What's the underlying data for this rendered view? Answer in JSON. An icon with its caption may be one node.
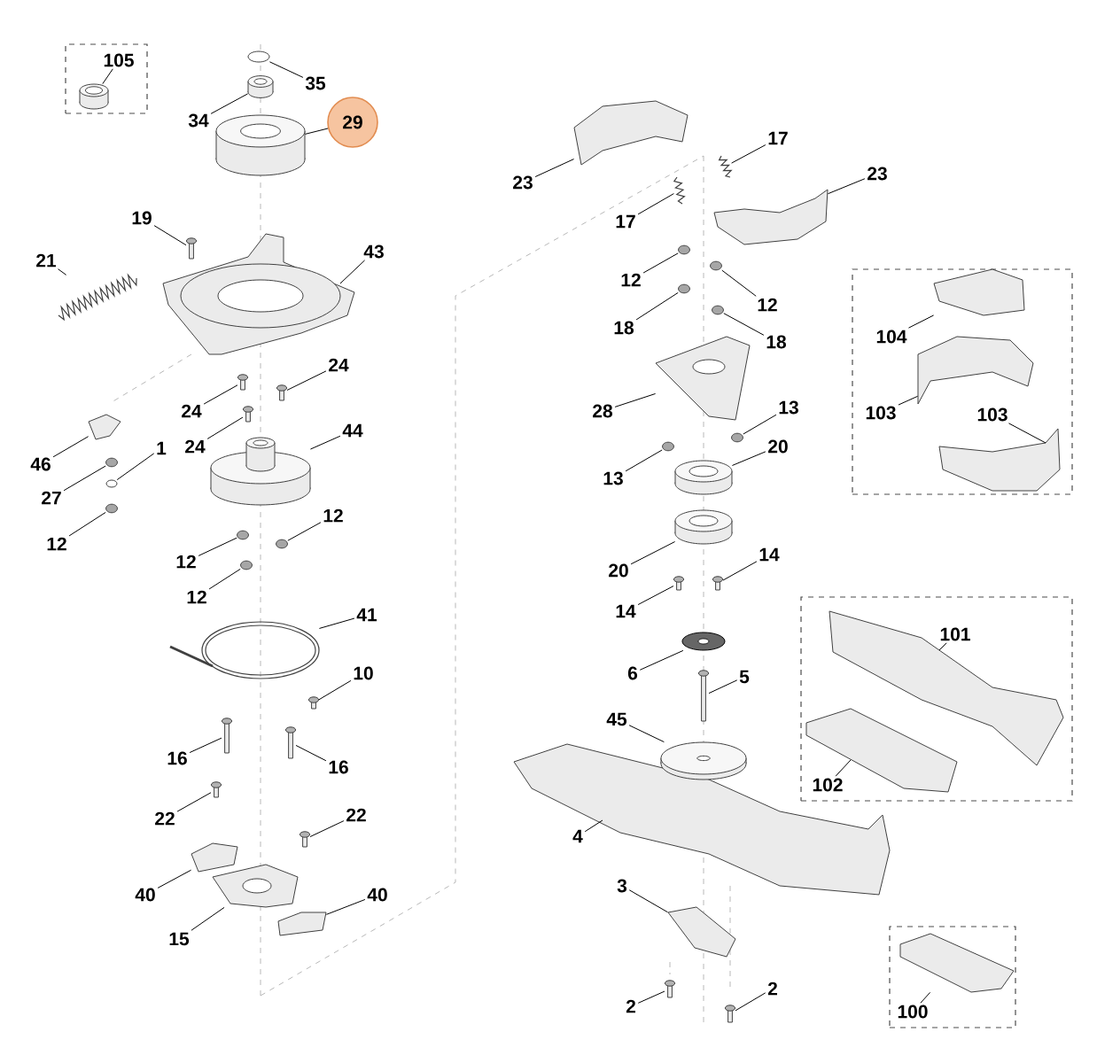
{
  "diagram": {
    "nodes": [
      {
        "text": [],
        "shape": "box"
      },
      {
        "text": [
          "105"
        ],
        "in": 0
      },
      {
        "text": [
          "35"
        ]
      },
      {
        "text": [
          "34"
        ]
      },
      {
        "text": [
          "29"
        ]
      },
      {
        "text": [
          "19"
        ]
      },
      {
        "text": [
          "21"
        ]
      },
      {
        "text": [
          "43"
        ]
      },
      {
        "text": [
          "24"
        ]
      },
      {
        "text": [
          "24"
        ]
      },
      {
        "text": [
          "44"
        ]
      },
      {
        "text": [
          "1"
        ]
      },
      {
        "text": [
          "24"
        ]
      },
      {
        "text": [
          "46"
        ]
      },
      {
        "text": [
          "27"
        ]
      },
      {
        "text": [
          "12"
        ]
      },
      {
        "text": [
          "12"
        ]
      },
      {
        "text": [
          "12"
        ]
      },
      {
        "text": [
          "12"
        ]
      },
      {
        "text": [
          "41"
        ]
      },
      {
        "text": [
          "10"
        ]
      },
      {
        "text": [
          "16"
        ]
      },
      {
        "text": [
          "16"
        ]
      },
      {
        "text": [
          "22"
        ]
      },
      {
        "text": [
          "22"
        ]
      },
      {
        "text": [
          "40"
        ]
      },
      {
        "text": [
          "40"
        ]
      },
      {
        "text": [
          "15"
        ]
      },
      {
        "text": [
          "17"
        ]
      },
      {
        "text": [
          "23"
        ]
      },
      {
        "text": [
          "23"
        ]
      },
      {
        "text": [
          "17"
        ]
      },
      {
        "text": [
          "12"
        ]
      },
      {
        "text": [
          "12"
        ]
      },
      {
        "text": [
          "18"
        ]
      },
      {
        "text": [
          "18"
        ]
      },
      {
        "text": [
          "28"
        ]
      },
      {
        "text": [
          "13"
        ]
      },
      {
        "text": [
          "13"
        ]
      },
      {
        "text": [
          "20"
        ]
      },
      {
        "text": [
          "20"
        ]
      },
      {
        "text": [
          "14"
        ]
      },
      {
        "text": [
          "14"
        ]
      },
      {
        "text": [],
        "shape": "box"
      },
      {
        "text": [
          "104"
        ],
        "in": 43
      },
      {
        "text": [
          "103"
        ],
        "in": 43
      },
      {
        "text": [
          "103"
        ],
        "in": 43
      },
      {
        "text": [
          "6"
        ]
      },
      {
        "text": [
          "5"
        ]
      },
      {
        "text": [
          "45"
        ]
      },
      {
        "text": [
          "4"
        ]
      },
      {
        "text": [
          "3"
        ]
      },
      {
        "text": [
          "2"
        ]
      },
      {
        "text": [
          "2"
        ]
      },
      {
        "text": [],
        "shape": "box"
      },
      {
        "text": [
          "101"
        ],
        "in": 54
      },
      {
        "text": [
          "102"
        ],
        "in": 54
      },
      {
        "text": [],
        "shape": "box"
      },
      {
        "text": [
          "100"
        ],
        "in": 57
      },
      {
        "text": [],
        "shape": "cylinder",
        "in": 0
      },
      {
        "text": [],
        "shape": "circle"
      },
      {
        "text": [],
        "shape": "cylinder"
      },
      {
        "text": [],
        "shape": "cylinder"
      },
      {
        "text": [],
        "shape": "picture"
      },
      {
        "text": [],
        "shape": "picture"
      },
      {
        "text": [],
        "shape": "picture"
      },
      {
        "text": [],
        "shape": "picture"
      },
      {
        "text": [],
        "shape": "picture"
      },
      {
        "text": [],
        "shape": "cylinder"
      },
      {
        "text": [],
        "shape": "circle"
      },
      {
        "text": [],
        "shape": "picture"
      },
      {
        "text": [],
        "shape": "picture"
      },
      {
        "text": [],
        "shape": "circle"
      },
      {
        "text": [],
        "shape": "circle"
      },
      {
        "text": [],
        "shape": "circle"
      },
      {
        "text": [],
        "shape": "circle"
      },
      {
        "text": [],
        "shape": "circle"
      },
      {
        "text": [],
        "shape": "picture"
      },
      {
        "text": [],
        "shape": "picture"
      },
      {
        "text": [],
        "shape": "picture"
      },
      {
        "text": [],
        "shape": "picture"
      },
      {
        "text": [],
        "shape": "picture"
      },
      {
        "text": [],
        "shape": "picture"
      },
      {
        "text": [],
        "shape": "picture"
      },
      {
        "text": [],
        "shape": "picture"
      },
      {
        "text": [],
        "shape": "picture"
      },
      {
        "text": [],
        "shape": "picture"
      },
      {
        "text": [],
        "shape": "picture"
      },
      {
        "text": [],
        "shape": "picture"
      },
      {
        "text": [],
        "shape": "picture"
      },
      {
        "text": [],
        "shape": "circle"
      },
      {
        "text": [],
        "shape": "circle"
      },
      {
        "text": [],
        "shape": "circle"
      },
      {
        "text": [],
        "shape": "circle"
      },
      {
        "text": [],
        "shape": "picture"
      },
      {
        "text": [],
        "shape": "circle"
      },
      {
        "text": [],
        "shape": "circle"
      },
      {
        "text": [],
        "shape": "cylinder"
      },
      {
        "text": [],
        "shape": "cylinder"
      },
      {
        "text": [],
        "shape": "picture"
      },
      {
        "text": [],
        "shape": "picture"
      },
      {
        "text": [],
        "shape": "picture",
        "in": 43
      },
      {
        "text": [],
        "shape": "picture",
        "in": 43
      },
      {
        "text": [],
        "shape": "picture",
        "in": 43
      },
      {
        "text": [],
        "shape": "circle"
      },
      {
        "text": [],
        "shape": "picture"
      },
      {
        "text": [],
        "shape": "cylinder"
      },
      {
        "text": [],
        "shape": "picture"
      },
      {
        "text": [],
        "shape": "picture"
      },
      {
        "text": [],
        "shape": "picture"
      },
      {
        "text": [],
        "shape": "picture"
      },
      {
        "text": [],
        "shape": "picture",
        "in": 54
      },
      {
        "text": [],
        "shape": "picture",
        "in": 54
      },
      {
        "text": [],
        "shape": "picture",
        "in": 57
      }
    ],
    "edges": [
      {
        "from": 1,
        "to": 59,
        "arrow": "none"
      },
      {
        "from": 2,
        "to": 60,
        "arrow": "none"
      },
      {
        "from": 3,
        "to": 61,
        "arrow": "none"
      },
      {
        "from": 4,
        "to": 62,
        "arrow": "none"
      },
      {
        "from": 5,
        "to": 63,
        "arrow": "none"
      },
      {
        "from": 6,
        "to": 64,
        "arrow": "none"
      },
      {
        "from": 7,
        "to": 65,
        "arrow": "none"
      },
      {
        "from": 8,
        "to": 66,
        "arrow": "none"
      },
      {
        "from": 9,
        "to": 67,
        "arrow": "none"
      },
      {
        "from": 10,
        "to": 68,
        "arrow": "none"
      },
      {
        "from": 11,
        "to": 69,
        "arrow": "none"
      },
      {
        "from": 12,
        "to": 70,
        "arrow": "none"
      },
      {
        "from": 13,
        "to": 71,
        "arrow": "none"
      },
      {
        "from": 14,
        "to": 72,
        "arrow": "none"
      },
      {
        "from": 15,
        "to": 73,
        "arrow": "none"
      },
      {
        "from": 16,
        "to": 74,
        "arrow": "none"
      },
      {
        "from": 17,
        "to": 75,
        "arrow": "none"
      },
      {
        "from": 18,
        "to": 76,
        "arrow": "none"
      },
      {
        "from": 19,
        "to": 77,
        "arrow": "none"
      },
      {
        "from": 20,
        "to": 78,
        "arrow": "none"
      },
      {
        "from": 21,
        "to": 79,
        "arrow": "none"
      },
      {
        "from": 22,
        "to": 80,
        "arrow": "none"
      },
      {
        "from": 23,
        "to": 81,
        "arrow": "none"
      },
      {
        "from": 24,
        "to": 82,
        "arrow": "none"
      },
      {
        "from": 25,
        "to": 83,
        "arrow": "none"
      },
      {
        "from": 26,
        "to": 84,
        "arrow": "none"
      },
      {
        "from": 27,
        "to": 85,
        "arrow": "none"
      },
      {
        "from": 28,
        "to": 86,
        "arrow": "none"
      },
      {
        "from": 29,
        "to": 87,
        "arrow": "none"
      },
      {
        "from": 30,
        "to": 88,
        "arrow": "none"
      },
      {
        "from": 31,
        "to": 89,
        "arrow": "none"
      },
      {
        "from": 32,
        "to": 90,
        "arrow": "none"
      },
      {
        "from": 33,
        "to": 91,
        "arrow": "none"
      },
      {
        "from": 34,
        "to": 92,
        "arrow": "none"
      },
      {
        "from": 35,
        "to": 93,
        "arrow": "none"
      },
      {
        "from": 36,
        "to": 94,
        "arrow": "none"
      },
      {
        "from": 37,
        "to": 95,
        "arrow": "none"
      },
      {
        "from": 38,
        "to": 96,
        "arrow": "none"
      },
      {
        "from": 39,
        "to": 97,
        "arrow": "none"
      },
      {
        "from": 40,
        "to": 98,
        "arrow": "none"
      },
      {
        "from": 41,
        "to": 99,
        "arrow": "none"
      },
      {
        "from": 42,
        "to": 100,
        "arrow": "none"
      },
      {
        "from": 44,
        "to": 101,
        "arrow": "none"
      },
      {
        "from": 45,
        "to": 102,
        "arrow": "none"
      },
      {
        "from": 46,
        "to": 103,
        "arrow": "none"
      },
      {
        "from": 47,
        "to": 104,
        "arrow": "none"
      },
      {
        "from": 48,
        "to": 105,
        "arrow": "none"
      },
      {
        "from": 49,
        "to": 106,
        "arrow": "none"
      },
      {
        "from": 50,
        "to": 107,
        "arrow": "none"
      },
      {
        "from": 51,
        "to": 108,
        "arrow": "none"
      },
      {
        "from": 52,
        "to": 109,
        "arrow": "none"
      },
      {
        "from": 53,
        "to": 110,
        "arrow": "none"
      },
      {
        "from": 55,
        "to": 111,
        "arrow": "none"
      },
      {
        "from": 56,
        "to": 112,
        "arrow": "none"
      },
      {
        "from": 58,
        "to": 113,
        "arrow": "none"
      }
    ]
  }
}
